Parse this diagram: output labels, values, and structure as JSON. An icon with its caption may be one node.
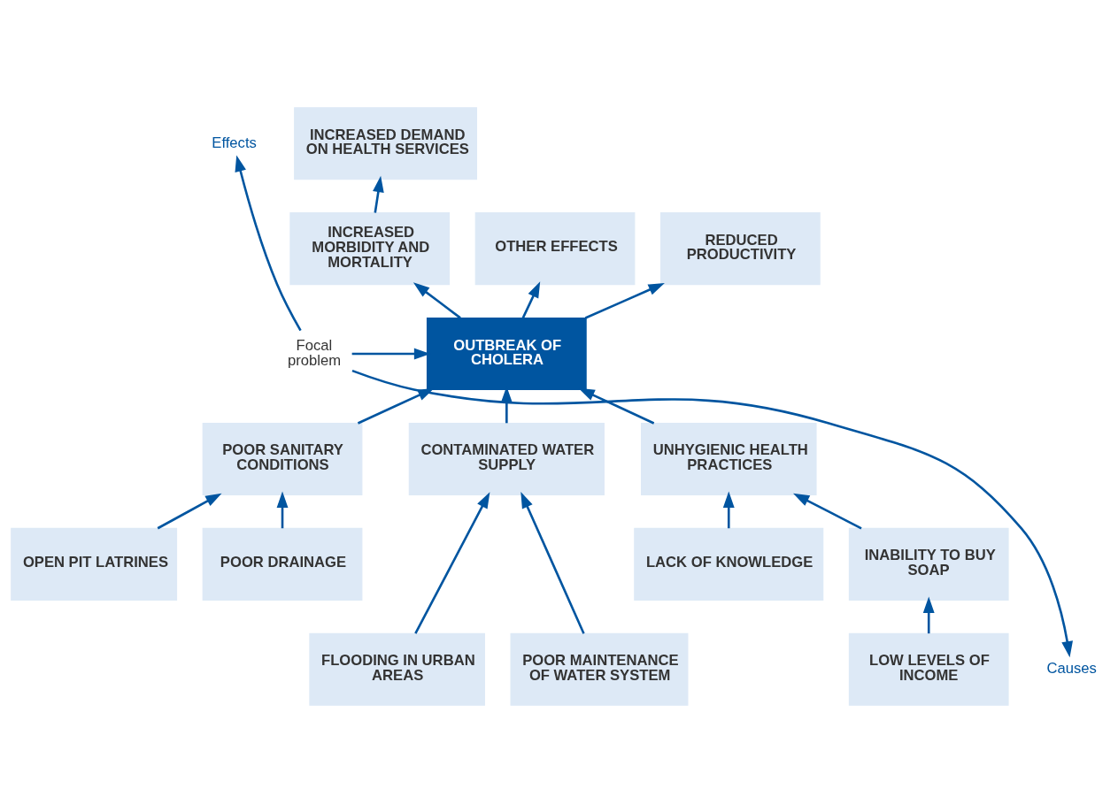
{
  "diagram": {
    "nodes": [
      {
        "text": [
          "INCREASED DEMAND ON HEALTH SERVICES"
        ]
      },
      {
        "text": [
          "REDUCED PRODUCTIVITY"
        ]
      },
      {
        "text": [
          "INCREASED MORBIDITY AND MORTALITY"
        ]
      },
      {
        "text": [
          "OTHER EFFECTS"
        ]
      },
      {
        "text": [
          "OUTBREAK OF CHOLERA"
        ]
      },
      {
        "text": [
          "POOR SANITARY CONDITIONS"
        ]
      },
      {
        "text": [
          "CONTAMINATED WATER SUPPLY"
        ]
      },
      {
        "text": [
          "UNHYGIENIC HEALTH PRACTICES"
        ]
      },
      {
        "text": [
          "OPEN PIT LATRINES"
        ]
      },
      {
        "text": [
          "POOR DRAINAGE"
        ]
      },
      {
        "text": [
          "LACK OF KNOWLEDGE"
        ]
      },
      {
        "text": [
          "INABILITY TO BUY SOAP"
        ]
      },
      {
        "text": [
          "FLOODING IN URBAN AREAS"
        ]
      },
      {
        "text": [
          "POOR MAINTENANCE OF WATER SYSTEM"
        ]
      },
      {
        "text": [
          "LOW LEVELS OF INCOME"
        ]
      },
      {
        "text": [
          "Effects"
        ]
      },
      {
        "text": [
          "Focal problem"
        ]
      },
      {
        "text": [
          "Causes"
        ]
      }
    ],
    "edges": [
      {
        "from": 16,
        "to": 15,
        "arrow": "to"
      },
      {
        "from": 16,
        "to": 17,
        "arrow": "to"
      },
      {
        "from": 16,
        "to": 4,
        "arrow": "to"
      },
      {
        "from": 2,
        "to": 0,
        "arrow": "to"
      },
      {
        "from": 4,
        "to": 1,
        "arrow": "to"
      },
      {
        "from": 4,
        "to": 2,
        "arrow": "to"
      },
      {
        "from": 4,
        "to": 3,
        "arrow": "to"
      },
      {
        "from": 5,
        "to": 4,
        "arrow": "to"
      },
      {
        "from": 6,
        "to": 4,
        "arrow": "to"
      },
      {
        "from": 7,
        "to": 4,
        "arrow": "to"
      },
      {
        "from": 8,
        "to": 5,
        "arrow": "to"
      },
      {
        "from": 9,
        "to": 5,
        "arrow": "to"
      },
      {
        "from": 12,
        "to": 6,
        "arrow": "to"
      },
      {
        "from": 13,
        "to": 6,
        "arrow": "to"
      },
      {
        "from": 10,
        "to": 7,
        "arrow": "to"
      },
      {
        "from": 11,
        "to": 7,
        "arrow": "to"
      },
      {
        "from": 14,
        "to": 11,
        "arrow": "to"
      }
    ]
  }
}
